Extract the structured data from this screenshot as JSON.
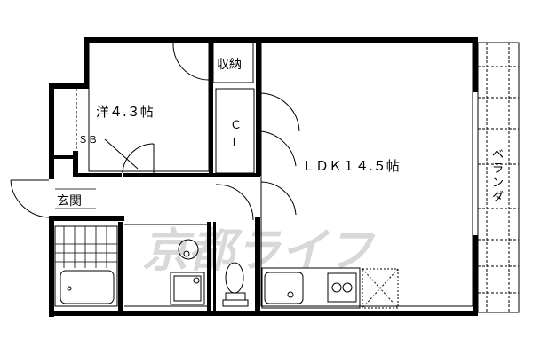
{
  "rooms": {
    "western_room": "洋４.３帖",
    "shoe_box": "ＳＢ",
    "storage": "収納",
    "closet_c": "Ｃ",
    "closet_l": "Ｌ",
    "ldk": "ＬＤＫ１４.５帖",
    "entrance": "玄関",
    "balcony": [
      "ベ",
      "ラ",
      "ン",
      "ダ"
    ]
  },
  "watermark": "京都ライフ",
  "colors": {
    "wall": "#000000",
    "watermark": "#d8d8d8"
  }
}
